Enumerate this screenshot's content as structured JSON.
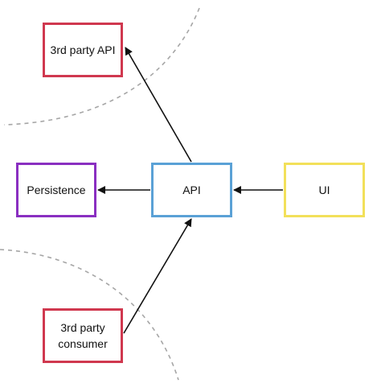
{
  "diagram": {
    "nodes": [
      {
        "id": "third-party-api",
        "label": "3rd party API",
        "color": "#d0384f"
      },
      {
        "id": "persistence",
        "label": "Persistence",
        "color": "#8a2fc1"
      },
      {
        "id": "api",
        "label": "API",
        "color": "#5aa1d6"
      },
      {
        "id": "ui",
        "label": "UI",
        "color": "#f2e05a"
      },
      {
        "id": "third-party-consumer",
        "label": "3rd party\nconsumer",
        "color": "#d0384f"
      }
    ],
    "edges": [
      {
        "from": "api",
        "to": "third-party-api"
      },
      {
        "from": "api",
        "to": "persistence"
      },
      {
        "from": "ui",
        "to": "api"
      },
      {
        "from": "third-party-consumer",
        "to": "api"
      }
    ],
    "boundary_color": "#a6a6a6",
    "arrow_color": "#111111"
  }
}
